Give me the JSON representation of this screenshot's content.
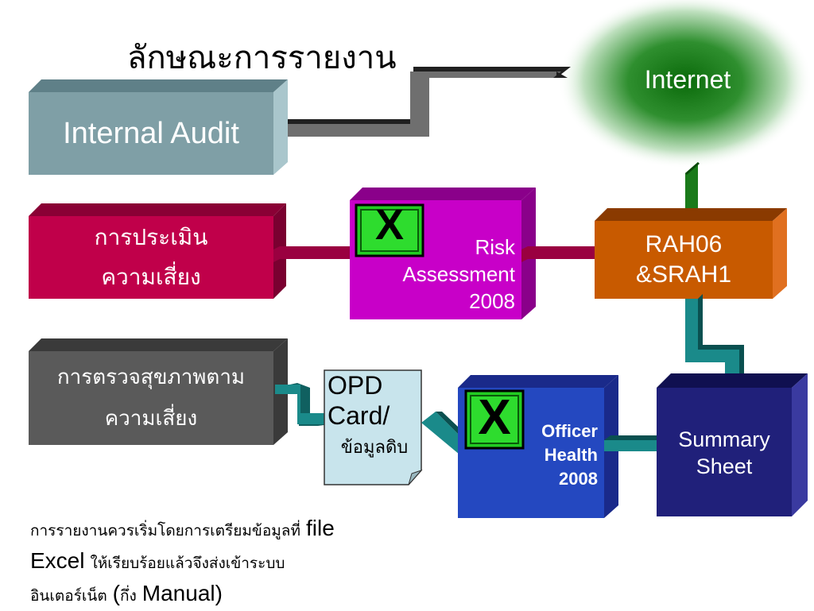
{
  "title": "ลักษณะการรายงาน",
  "internet": {
    "label": "Internet"
  },
  "boxes": {
    "internal_audit": {
      "label": "Internal Audit",
      "color": "#7f9fa6"
    },
    "risk_eval": {
      "line1": "การประเมิน",
      "line2": "ความเสี่ยง",
      "color": "#c0004a"
    },
    "health_check": {
      "line1": "การตรวจสุขภาพตาม",
      "line2": "ความเสี่ยง",
      "color": "#5a5a5a"
    },
    "risk_assessment": {
      "line1": "Risk",
      "line2": "Assessment",
      "line3": "2008",
      "color": "#c800c8"
    },
    "rah": {
      "line1": "RAH06",
      "line2": "&SRAH1",
      "color": "#c85a00"
    },
    "opd_card": {
      "line1": "OPD",
      "line2": "Card/",
      "line3": "ข้อมูลดิบ",
      "color": "#c8e4ec"
    },
    "officer_health": {
      "line1": "Officer",
      "line2": "Health",
      "line3": "2008",
      "color": "#2448c0"
    },
    "summary": {
      "line1": "Summary",
      "line2": "Sheet",
      "color": "#20207a"
    }
  },
  "excel_icons": [
    {
      "name": "excel-icon-risk",
      "glyph": "X",
      "color": "#22cc22"
    },
    {
      "name": "excel-icon-officer",
      "glyph": "X",
      "color": "#22cc22"
    }
  ],
  "note": {
    "part1_th": "การรายงานควรเริ่มโดยการเตรียมข้อมูลที่",
    "part1_en": "file",
    "part2_en": "Excel",
    "part2_th": "ให้เรียบร้อยแล้วจึงส่งเข้าระบบ",
    "part3_th": "อินเตอร์เน็ต",
    "part3_en_open": "(",
    "part3_th2": "กึ่ง",
    "part3_en": "Manual)"
  }
}
